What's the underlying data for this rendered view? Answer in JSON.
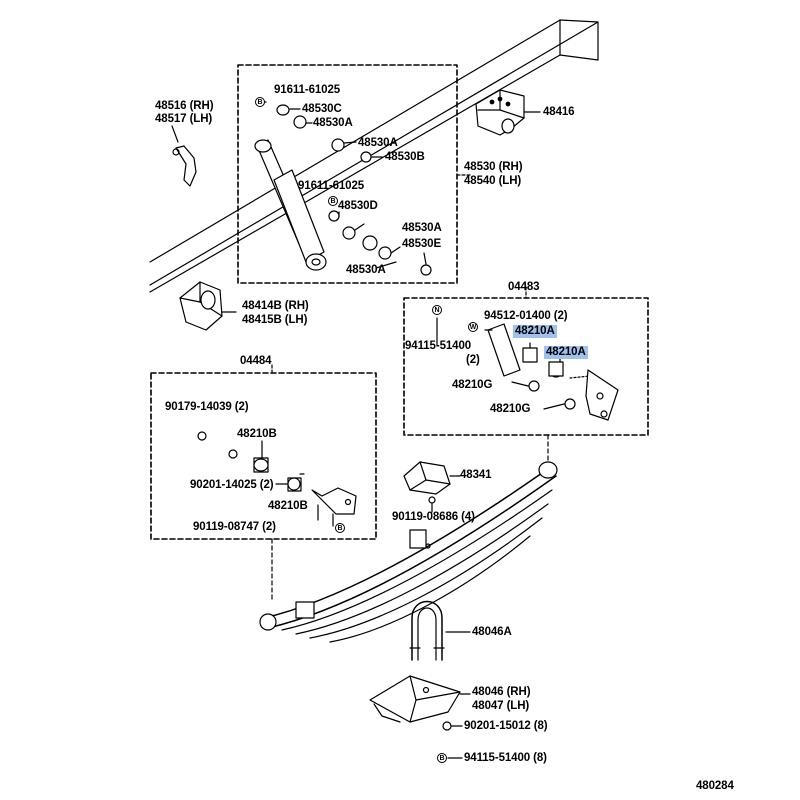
{
  "diagram": {
    "title_code": "480284",
    "highlight_color": "#9ec1ee",
    "groups": [
      {
        "id": "shock_absorber",
        "labels": [
          "48530 (RH)",
          "48540 (LH)"
        ]
      },
      {
        "id": "bracket_kit_front",
        "label": "04483"
      },
      {
        "id": "bracket_kit_rear",
        "label": "04484"
      }
    ],
    "labels": {
      "p91611_a": "91611-61025",
      "p48530c": "48530C",
      "p48530a_1": "48530A",
      "p48530a_2": "48530A",
      "p48530b": "48530B",
      "p91611_b": "91611-61025",
      "p48530d": "48530D",
      "p48530a_3": "48530A",
      "p48530e": "48530E",
      "p48530a_4": "48530A",
      "p48530_rh": "48530 (RH)",
      "p48540_lh": "48540 (LH)",
      "p48516": "48516 (RH)",
      "p48517": "48517 (LH)",
      "p48416": "48416",
      "p48414b": "48414B (RH)",
      "p48415b": "48415B (LH)",
      "p04483": "04483",
      "p94512": "94512-01400 (2)",
      "p94115_a": "94115-51400",
      "p94115_a_qty": "(2)",
      "p48210a_1": "48210A",
      "p48210a_2": "48210A",
      "p48210g_1": "48210G",
      "p48210g_2": "48210G",
      "p04484": "04484",
      "p90179": "90179-14039 (2)",
      "p48210b_1": "48210B",
      "p90201_a": "90201-14025 (2)",
      "p48210b_2": "48210B",
      "p90119_a": "90119-08747 (2)",
      "p48341": "48341",
      "p90119_b": "90119-08686 (4)",
      "p48046a": "48046A",
      "p48046": "48046 (RH)",
      "p48047": "48047 (LH)",
      "p90201_b": "90201-15012 (8)",
      "p94115_b": "94115-51400 (8)"
    },
    "symbols": {
      "bolt": "B",
      "nut": "N",
      "washer": "W"
    }
  }
}
